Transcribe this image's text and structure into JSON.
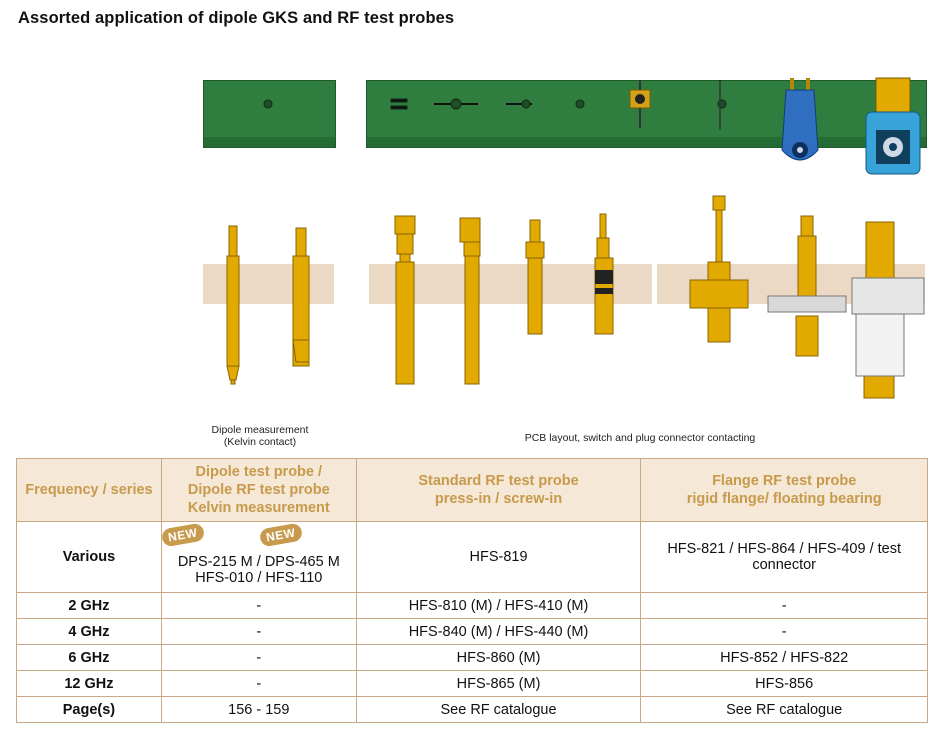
{
  "page": {
    "title": "Assorted application of dipole GKS and RF test probes"
  },
  "captions": {
    "dipole_line1": "Dipole measurement",
    "dipole_line2": "(Kelvin contact)",
    "pcb": "PCB layout, switch and plug connector contacting"
  },
  "colors": {
    "pcb_green": "#2f7d3f",
    "probe_gold": "#e2a900",
    "board_beige": "#ecd9c5",
    "connector_blue": "#2e6fbf",
    "header_gold": "#c79a4c",
    "header_bg": "#f5e8d6"
  },
  "table": {
    "headers": {
      "col0": "Frequency / series",
      "col1_line1": "Dipole test probe  /",
      "col1_line2": "Dipole RF test probe",
      "col1_line3": "Kelvin measurement",
      "col2_line1": "Standard RF test probe",
      "col2_line2": "press-in / screw-in",
      "col3_line1": "Flange RF test probe",
      "col3_line2": "rigid flange/ floating bearing"
    },
    "various": {
      "label": "Various",
      "badge1": "NEW",
      "badge2": "NEW",
      "dipole_line1": "DPS-215 M / DPS-465 M",
      "dipole_line2": "HFS-010 / HFS-110",
      "standard": "HFS-819",
      "flange_line1": "HFS-821 / HFS-864 / HFS-409 / test",
      "flange_line2": "connector"
    },
    "rows": [
      {
        "label": "2 GHz",
        "dipole": "-",
        "standard": "HFS-810 (M) / HFS-410 (M)",
        "flange": "-"
      },
      {
        "label": "4 GHz",
        "dipole": "-",
        "standard": "HFS-840 (M) / HFS-440 (M)",
        "flange": "-"
      },
      {
        "label": "6 GHz",
        "dipole": "-",
        "standard": "HFS-860 (M)",
        "flange": "HFS-852 / HFS-822"
      },
      {
        "label": "12 GHz",
        "dipole": "-",
        "standard": "HFS-865 (M)",
        "flange": "HFS-856"
      },
      {
        "label": "Page(s)",
        "dipole": "156 - 159",
        "standard": "See RF catalogue",
        "flange": "See RF catalogue"
      }
    ]
  }
}
